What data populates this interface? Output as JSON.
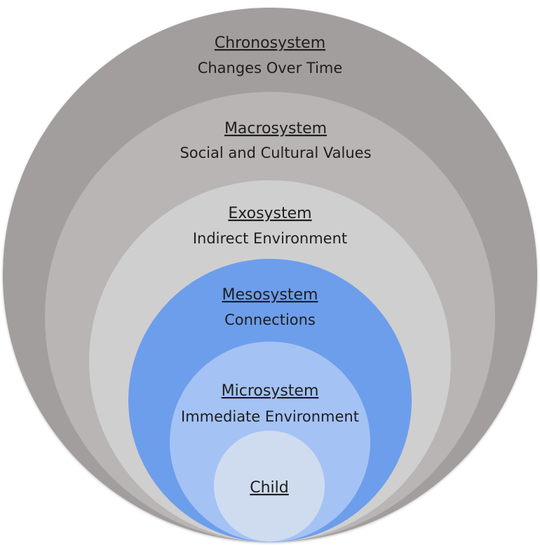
{
  "diagram": {
    "layers": [
      {
        "id": "chronosystem",
        "title": "Chronosystem",
        "subtitle": "Changes Over Time",
        "color": "#a29e9d"
      },
      {
        "id": "macrosystem",
        "title": "Macrosystem",
        "subtitle": "Social and Cultural Values",
        "color": "#b8b5b4"
      },
      {
        "id": "exosystem",
        "title": "Exosystem",
        "subtitle": "Indirect Environment",
        "color": "#cfcfcf"
      },
      {
        "id": "mesosystem",
        "title": "Mesosystem",
        "subtitle": "Connections",
        "color": "#6d9eeb"
      },
      {
        "id": "microsystem",
        "title": "Microsystem",
        "subtitle": "Immediate Environment",
        "color": "#a4c2f4"
      },
      {
        "id": "child",
        "title": "Child",
        "color": "#cfdcf0"
      }
    ]
  }
}
